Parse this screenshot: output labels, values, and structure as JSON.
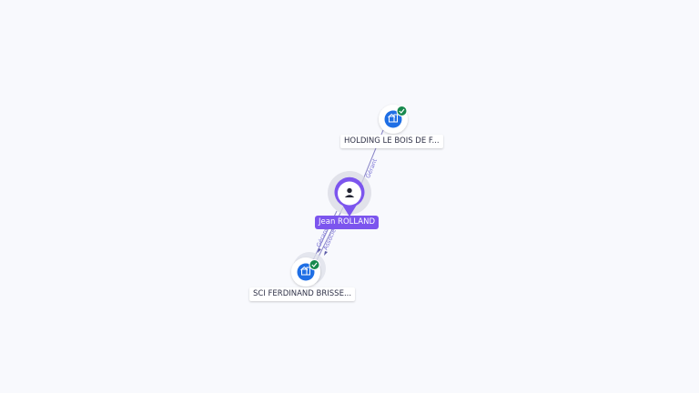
{
  "nodes": {
    "holding": {
      "label": "HOLDING LE BOIS DE F...",
      "icon": "company-icon",
      "badge": "verified-check-icon"
    },
    "person": {
      "label": "Jean ROLLAND",
      "icon": "person-icon"
    },
    "sci": {
      "label": "SCI FERDINAND BRISSE...",
      "icon": "company-icon",
      "badge": "verified-check-icon"
    }
  },
  "edges": {
    "person_to_holding": {
      "label": "Gérant"
    },
    "person_to_sci": {
      "label_1": "Gérant",
      "label_2": "Associé"
    }
  },
  "colors": {
    "background": "#f8f9fd",
    "company_node": "#1f6fe5",
    "verified_badge": "#17894e",
    "person_accent": "#7c55ee",
    "edge": "#8a86c8"
  }
}
